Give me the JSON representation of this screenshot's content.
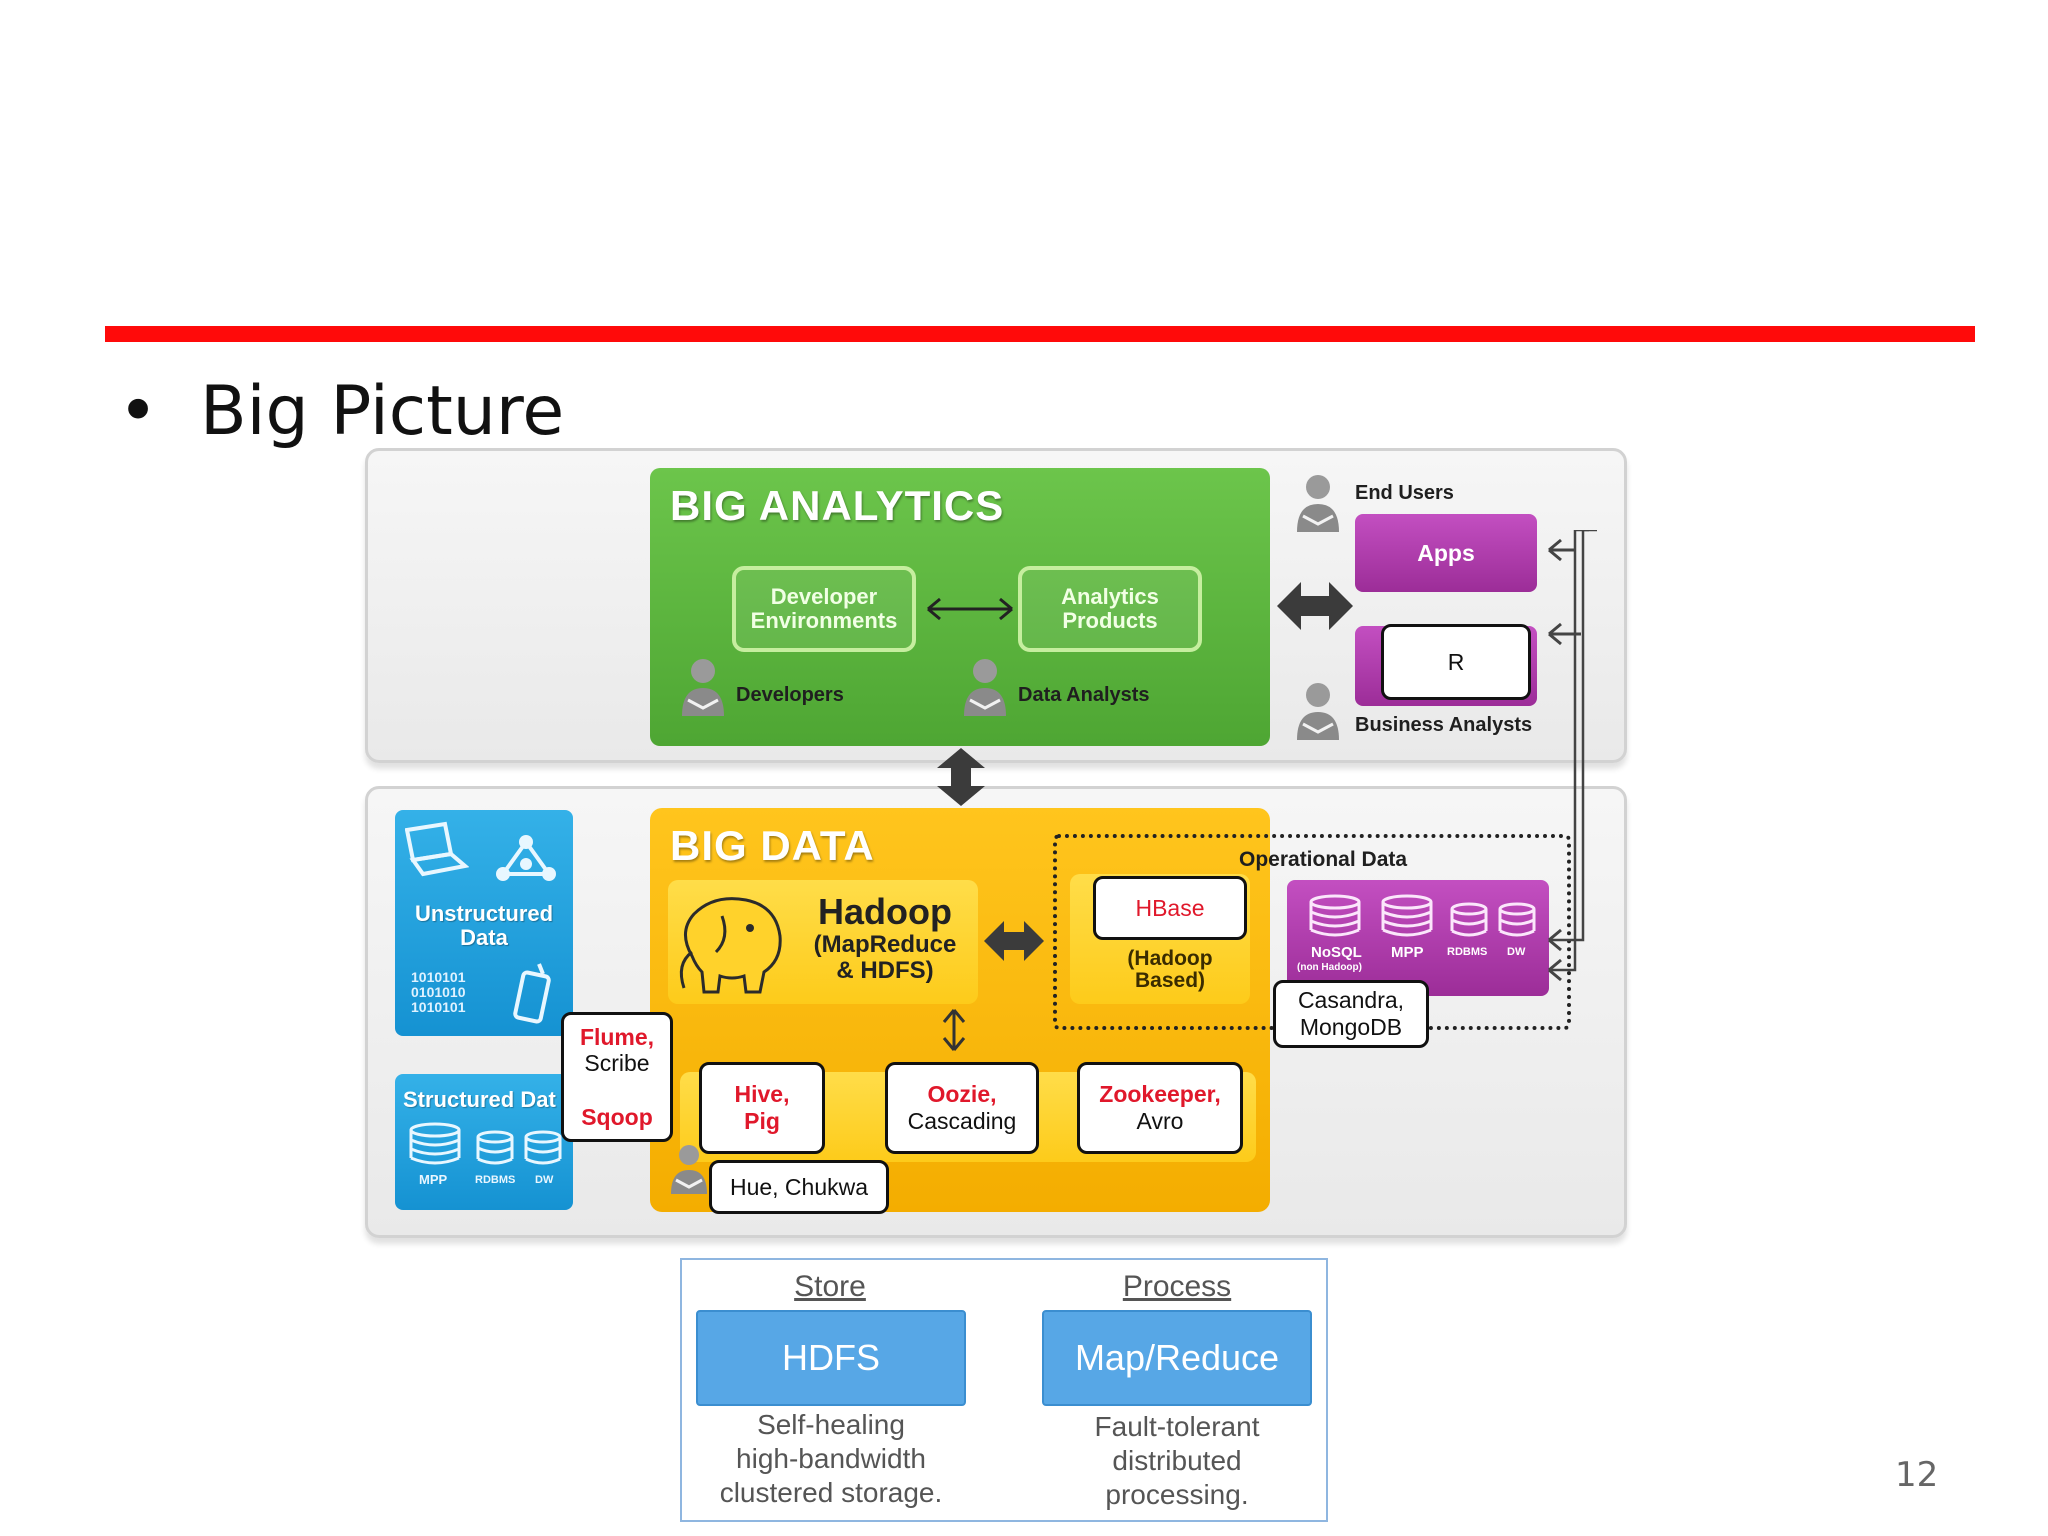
{
  "slide": {
    "bullet": "•",
    "title": "Big Picture",
    "page_number": "12"
  },
  "analytics": {
    "title": "BIG ANALYTICS",
    "dev_env": "Developer Environments",
    "analytics_products": "Analytics Products",
    "developers": "Developers",
    "data_analysts": "Data Analysts"
  },
  "users": {
    "end_users": "End Users",
    "apps": "Apps",
    "r": "R",
    "business_analysts": "Business Analysts"
  },
  "bigdata": {
    "title": "BIG DATA",
    "hadoop_title": "Hadoop",
    "hadoop_sub1": "(MapReduce",
    "hadoop_sub2": "& HDFS)",
    "hbase": "HBase",
    "hbase_sub1": "(Hadoop",
    "hbase_sub2": "Based)",
    "operational_data": "Operational Data",
    "nosql": "NoSQL",
    "nosql_sub": "(non Hadoop)",
    "mpp": "MPP",
    "rdbms": "RDBMS",
    "dw": "DW",
    "casandra": "Casandra,",
    "mongodb": "MongoDB"
  },
  "sources": {
    "unstructured1": "Unstructured",
    "unstructured2": "Data",
    "binary1": "1010101",
    "binary2": "0101010",
    "binary3": "1010101",
    "structured": "Structured Dat",
    "mpp": "MPP",
    "rdbms": "RDBMS",
    "dw": "DW"
  },
  "tools": {
    "flume": "Flume,",
    "scribe": "Scribe",
    "sqoop": "Sqoop",
    "hive": "Hive,",
    "pig": "Pig",
    "oozie": "Oozie,",
    "cascading": "Cascading",
    "zookeeper": "Zookeeper,",
    "avro": "Avro",
    "hue": "Hue, Chukwa"
  },
  "legend": {
    "store_label": "Store",
    "hdfs": "HDFS",
    "store_desc": [
      "Self-healing",
      "high-bandwidth",
      "clustered storage."
    ],
    "process_label": "Process",
    "mapreduce": "Map/Reduce",
    "process_desc": [
      "Fault-tolerant",
      "distributed",
      "processing."
    ]
  },
  "colors": {
    "red_bar": "#ff0a0a",
    "analytics_green": "#5cb83d",
    "bigdata_yellow": "#f9b90c",
    "purple": "#b03cad",
    "source_blue": "#1f9fde",
    "legend_blue": "#57a7e6",
    "tool_red": "#e0182b"
  }
}
